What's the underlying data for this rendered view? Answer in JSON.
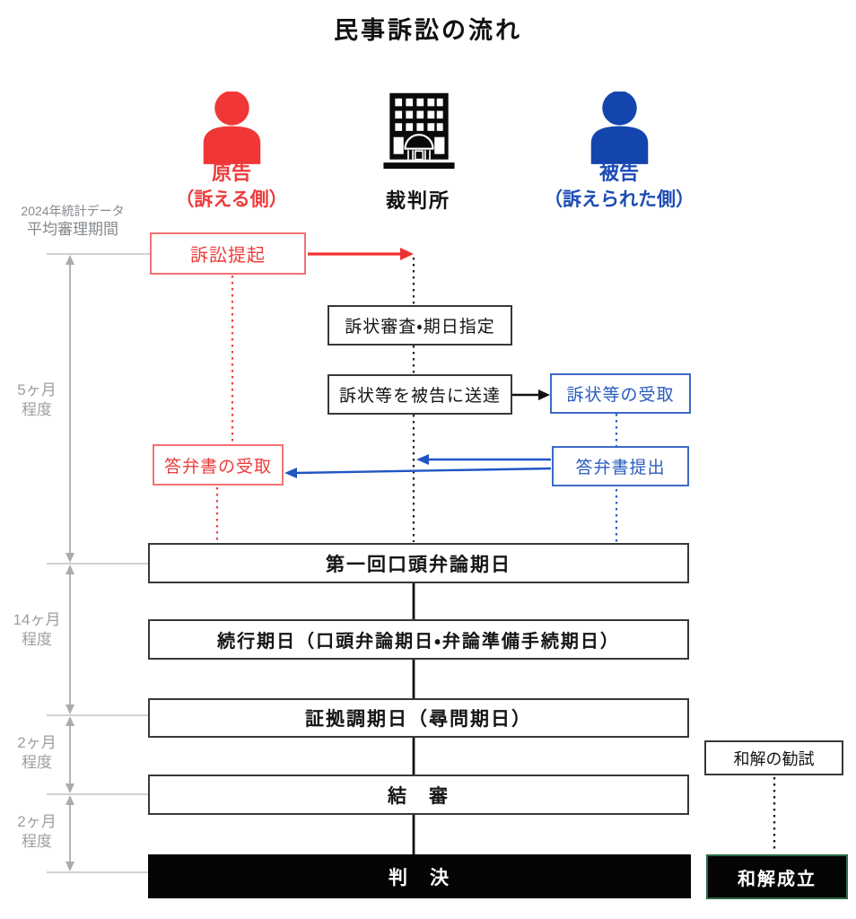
{
  "title": "民事訴訟の流れ",
  "note": {
    "line1": "2024年統計データ",
    "line2": "平均審理期間"
  },
  "actors": {
    "plaintiff": {
      "name": "原告",
      "sub": "（訴える側）",
      "icon": "person-icon"
    },
    "court": {
      "name": "裁判所",
      "icon": "courthouse-icon"
    },
    "defendant": {
      "name": "被告",
      "sub": "（訴えられた側）",
      "icon": "person-icon"
    }
  },
  "timeline": {
    "segments": [
      {
        "label": "5ヶ月\n程度"
      },
      {
        "label": "14ヶ月\n程度"
      },
      {
        "label": "2ヶ月\n程度"
      },
      {
        "label": "2ヶ月\n程度"
      }
    ]
  },
  "boxes": {
    "filing": "訴訟提起",
    "review": "訴状審査・期日指定",
    "service": "訴状等を被告に送達",
    "complaint_receipt": "訴状等の受取",
    "answer_receipt": "答弁書の受取",
    "answer_submission": "答弁書提出",
    "first_hearing": "第一回口頭弁論期日",
    "continued_dates": "続行期日（口頭弁論期日・弁論準備手続期日）",
    "evidence_examination": "証拠調期日（尋問期日）",
    "conclusion": "結　審",
    "judgment": "判　決",
    "settlement_attempt": "和解の勧試",
    "settlement": "和解成立"
  },
  "palette": {
    "plaintiff_red": "#ee3c3c",
    "plaintiff_icon_red": "#f03636",
    "defendant_blue": "#2b5cc0",
    "defendant_icon_blue": "#1345ad",
    "timeline_gray": "#a9acae",
    "note_gray": "#85898d",
    "box_black": "#383838",
    "judgment_fill": "#050505",
    "settlement_border_green": "#2c6b4a"
  }
}
